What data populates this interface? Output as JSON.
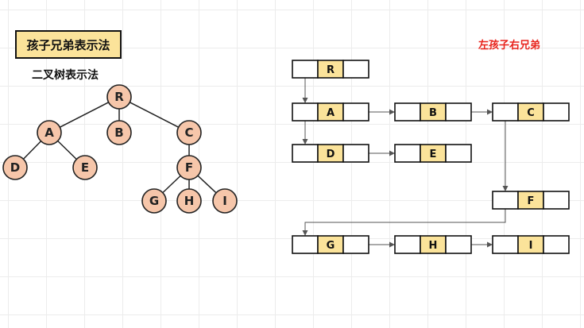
{
  "title": "孩子兄弟表示法",
  "tree_title": "二叉树表示法",
  "list_title": "左孩子右兄弟",
  "colors": {
    "node_fill": "#f6c6aa",
    "title_fill": "#fbe39a",
    "cell_mid_fill": "#fbe39a",
    "list_title": "#e8231c"
  },
  "tree": {
    "nodes": [
      "R",
      "A",
      "B",
      "C",
      "D",
      "E",
      "F",
      "G",
      "H",
      "I"
    ],
    "edges": [
      [
        "R",
        "A"
      ],
      [
        "R",
        "B"
      ],
      [
        "R",
        "C"
      ],
      [
        "A",
        "D"
      ],
      [
        "A",
        "E"
      ],
      [
        "C",
        "F"
      ],
      [
        "F",
        "G"
      ],
      [
        "F",
        "H"
      ],
      [
        "F",
        "I"
      ]
    ]
  },
  "list": {
    "nodes": [
      "R",
      "A",
      "B",
      "C",
      "D",
      "E",
      "F",
      "G",
      "H",
      "I"
    ],
    "first_child": [
      [
        "R",
        "A"
      ],
      [
        "A",
        "D"
      ],
      [
        "C",
        "F"
      ],
      [
        "F",
        "G"
      ]
    ],
    "next_sibling": [
      [
        "A",
        "B"
      ],
      [
        "B",
        "C"
      ],
      [
        "D",
        "E"
      ],
      [
        "G",
        "H"
      ],
      [
        "H",
        "I"
      ]
    ]
  }
}
